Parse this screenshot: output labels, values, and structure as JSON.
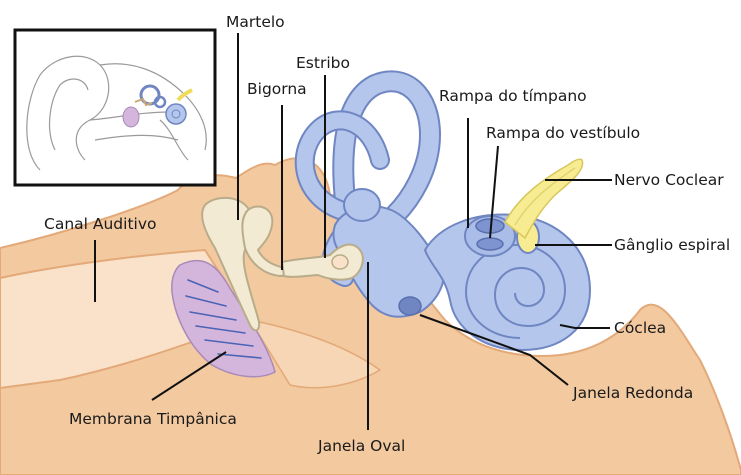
{
  "labels": {
    "martelo": "Martelo",
    "estribo": "Estribo",
    "bigorna": "Bigorna",
    "rampa_timpano": "Rampa do tímpano",
    "rampa_vestibulo": "Rampa do vestíbulo",
    "nervo_coclear": "Nervo Coclear",
    "canal_auditivo": "Canal Auditivo",
    "ganglio_espiral": "Gânglio espiral",
    "coclea": "Cóclea",
    "janela_redonda": "Janela Redonda",
    "membrana_timpanica": "Membrana Timpânica",
    "janela_oval": "Janela Oval"
  },
  "colors": {
    "tissue": "#f3c9a0",
    "tissue_dark": "#e3a979",
    "canal": "#f9e2c9",
    "bone": "#f2ead2",
    "bone_stroke": "#b9ac8a",
    "inner_ear": "#b4c6ec",
    "inner_ear_stroke": "#6f86c2",
    "membrane": "#d4b6dd",
    "membrane_lines": "#4a63b5",
    "nerve": "#f7ec92",
    "leader": "#111111"
  },
  "inset": {
    "title": "",
    "icon": "ear-overview-thumbnail"
  }
}
